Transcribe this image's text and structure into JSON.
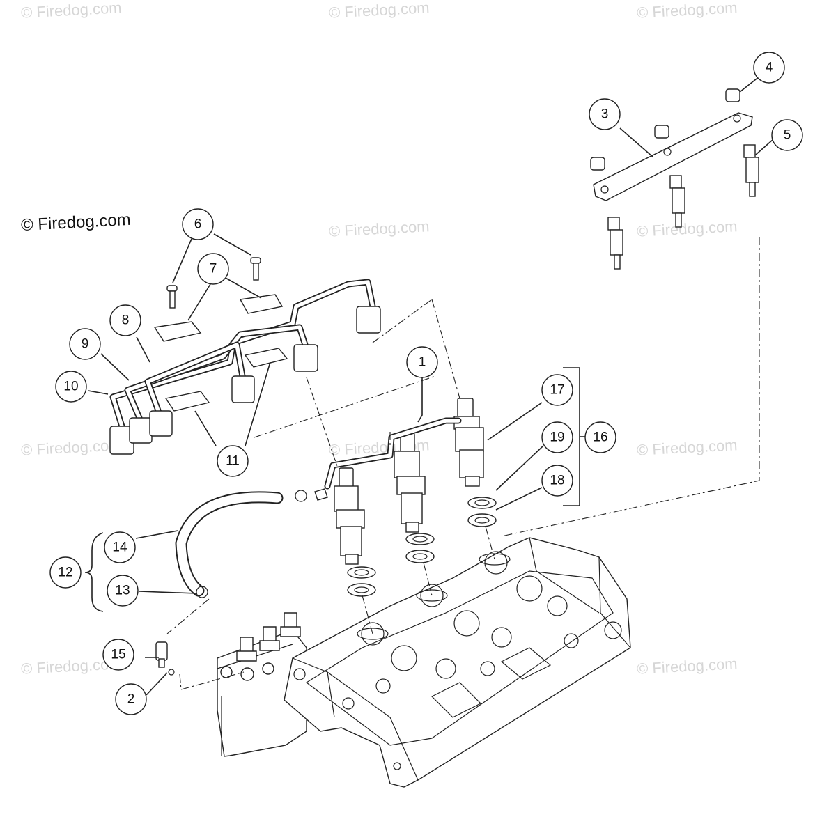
{
  "watermark": {
    "text": "© Firedog.com",
    "brand_text": "© Firedog.com"
  },
  "callouts": [
    {
      "id": "1",
      "label": "1"
    },
    {
      "id": "2",
      "label": "2"
    },
    {
      "id": "3",
      "label": "3"
    },
    {
      "id": "4",
      "label": "4"
    },
    {
      "id": "5",
      "label": "5"
    },
    {
      "id": "6",
      "label": "6"
    },
    {
      "id": "7",
      "label": "7"
    },
    {
      "id": "8",
      "label": "8"
    },
    {
      "id": "9",
      "label": "9"
    },
    {
      "id": "10",
      "label": "10"
    },
    {
      "id": "11",
      "label": "11"
    },
    {
      "id": "12",
      "label": "12"
    },
    {
      "id": "13",
      "label": "13"
    },
    {
      "id": "14",
      "label": "14"
    },
    {
      "id": "15",
      "label": "15"
    },
    {
      "id": "16",
      "label": "16"
    },
    {
      "id": "17",
      "label": "17"
    },
    {
      "id": "18",
      "label": "18"
    },
    {
      "id": "19",
      "label": "19"
    }
  ],
  "colors": {
    "line": "#222222",
    "background": "#ffffff",
    "watermark": "#d6d6d6"
  }
}
